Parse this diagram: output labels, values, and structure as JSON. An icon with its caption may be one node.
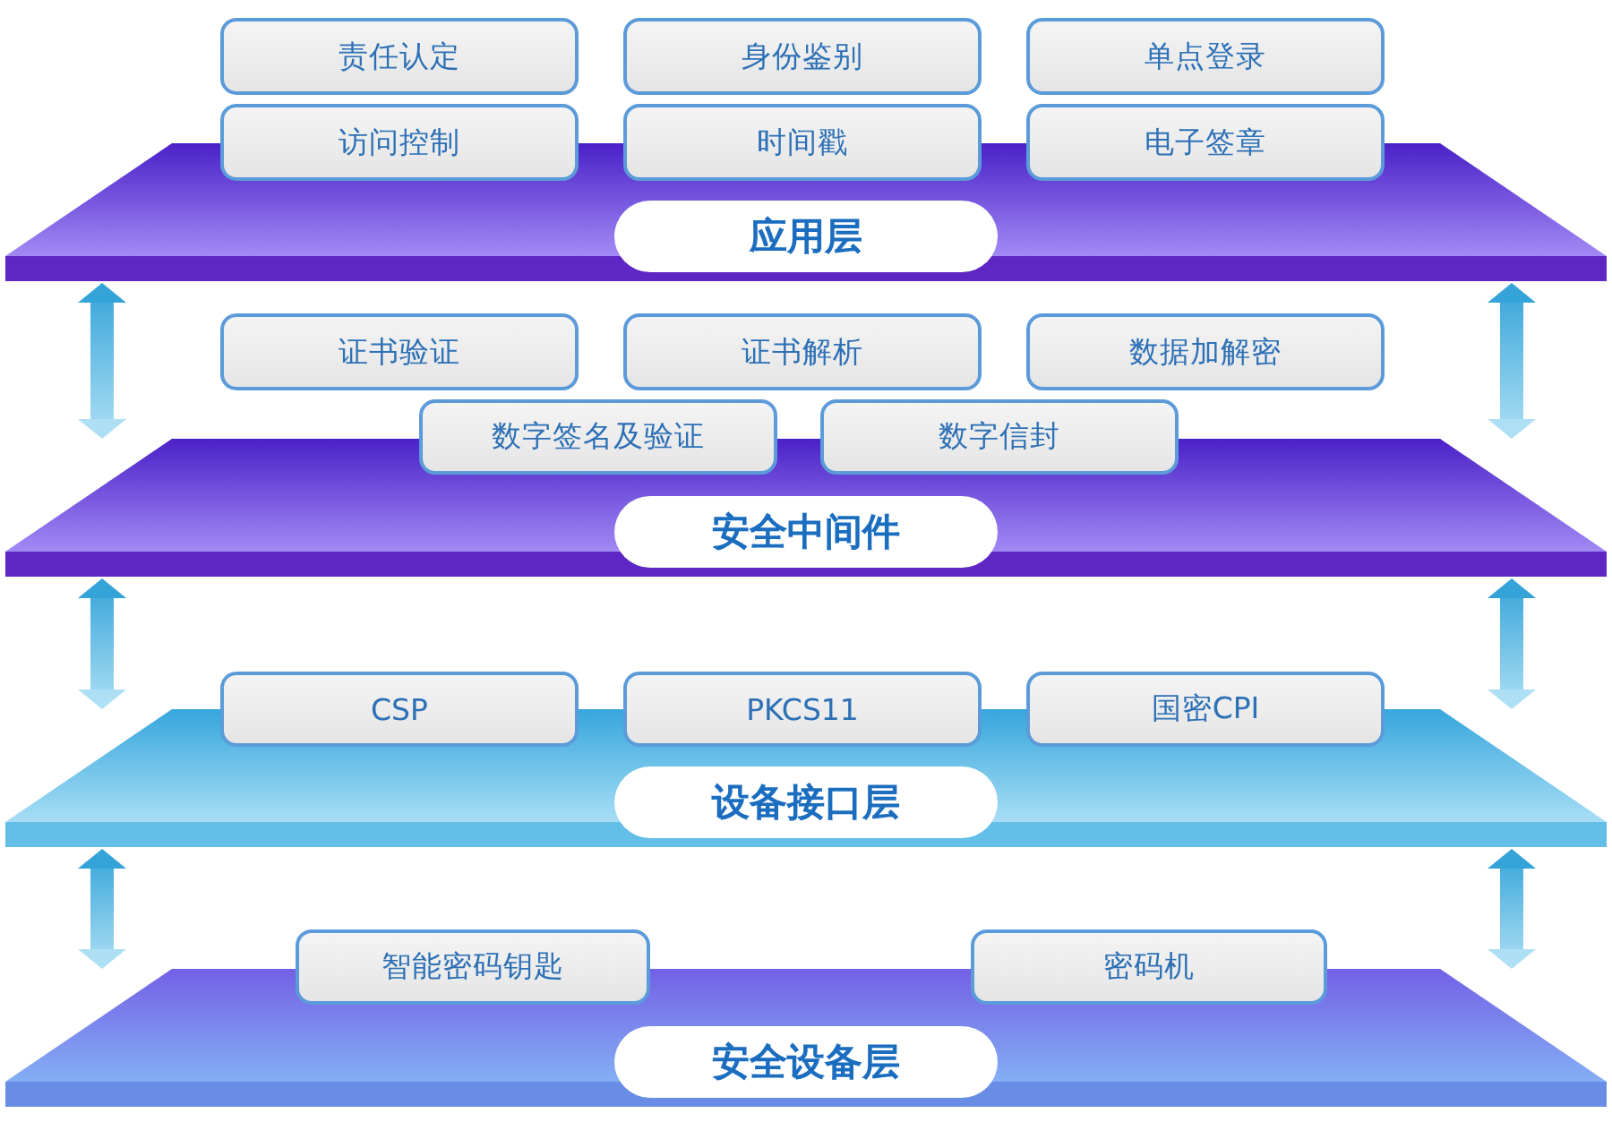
{
  "diagram": {
    "nodes": [
      {
        "text": [
          "责任认定"
        ]
      },
      {
        "text": [
          "身份鉴别"
        ]
      },
      {
        "text": [
          "单点登录"
        ]
      },
      {
        "text": [
          "访问控制"
        ]
      },
      {
        "text": [
          "时间戳"
        ]
      },
      {
        "text": [
          "电子签章"
        ]
      },
      {
        "text": [
          "应用层"
        ]
      },
      {
        "text": [
          "证书验证"
        ]
      },
      {
        "text": [
          "证书解析"
        ]
      },
      {
        "text": [
          "数据加解密"
        ]
      },
      {
        "text": [
          "数字签名及验证"
        ]
      },
      {
        "text": [
          "数字信封"
        ]
      },
      {
        "text": [
          "安全中间件"
        ]
      },
      {
        "text": [
          "CSP"
        ]
      },
      {
        "text": [
          "PKCS11"
        ]
      },
      {
        "text": [
          "国密CPI"
        ]
      },
      {
        "text": [
          "设备接口层"
        ]
      },
      {
        "text": [
          "智能密码钥匙"
        ]
      },
      {
        "text": [
          "密码机"
        ]
      },
      {
        "text": [
          "安全设备层"
        ]
      }
    ],
    "edges": [
      {
        "from": 6,
        "to": 12,
        "arrow": "both"
      },
      {
        "from": 6,
        "to": 12,
        "arrow": "both"
      },
      {
        "from": 12,
        "to": 16,
        "arrow": "both"
      },
      {
        "from": 12,
        "to": 16,
        "arrow": "both"
      },
      {
        "from": 16,
        "to": 19,
        "arrow": "both"
      },
      {
        "from": 16,
        "to": 19,
        "arrow": "both"
      }
    ]
  }
}
